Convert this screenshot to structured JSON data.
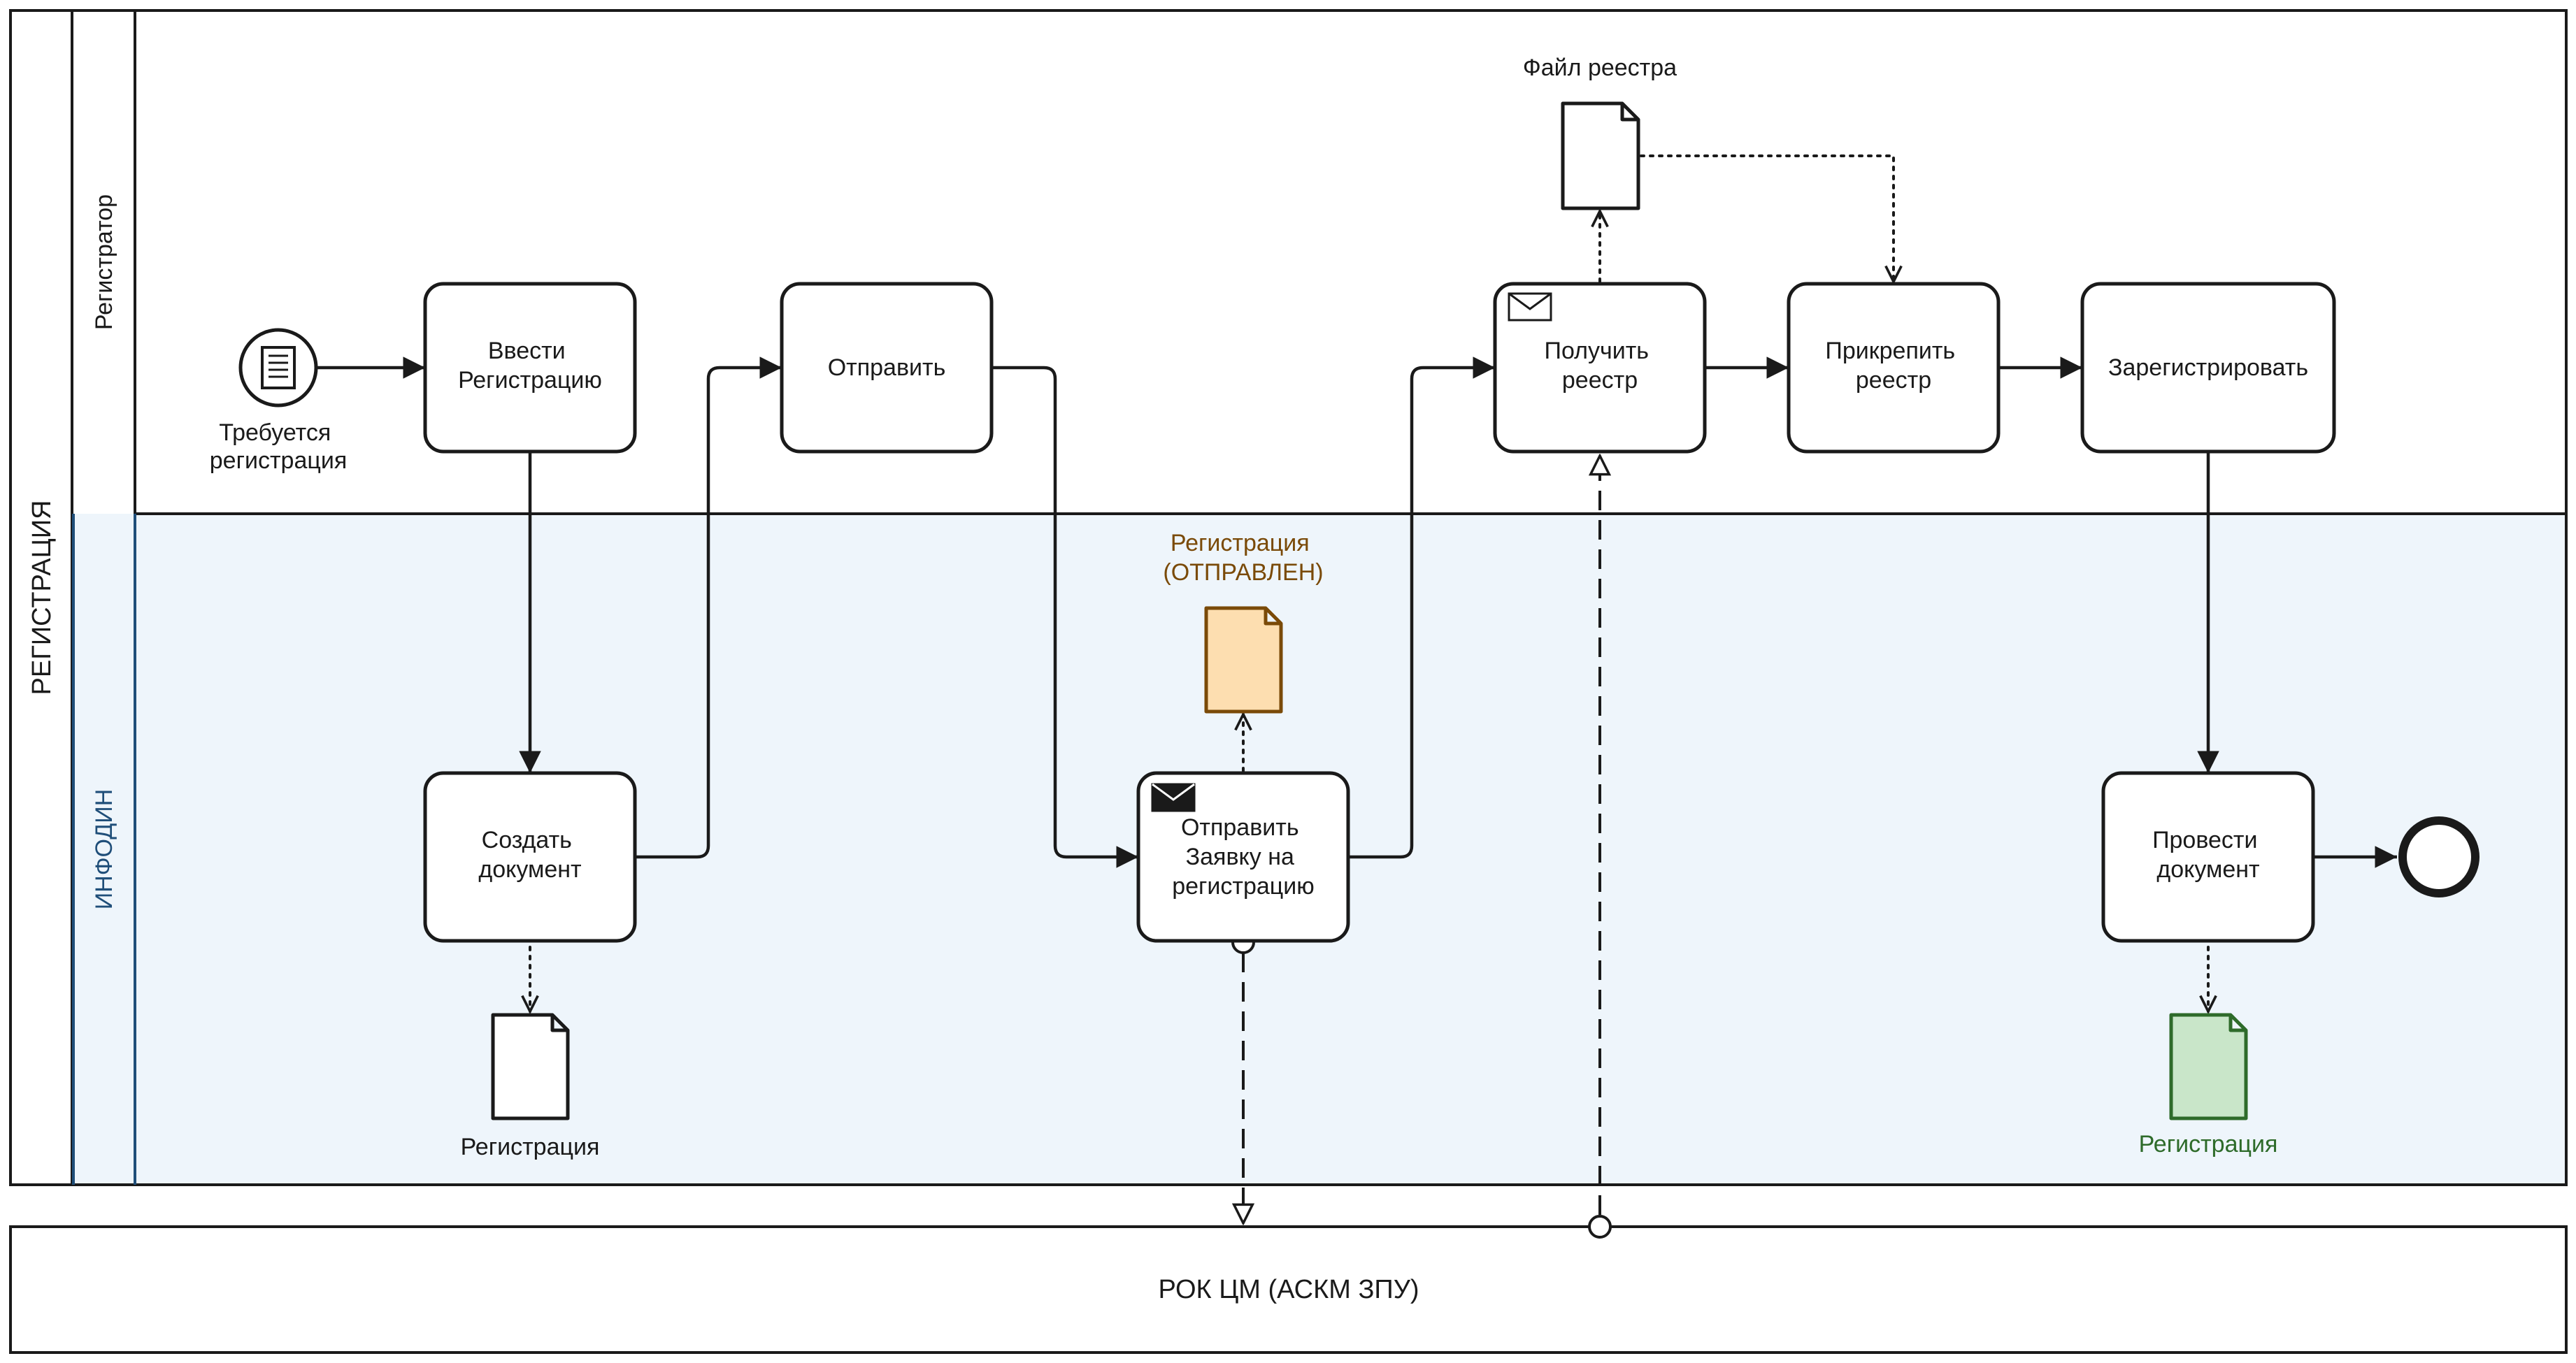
{
  "pool": {
    "title": "РЕГИСТРАЦИЯ"
  },
  "lanes": {
    "registrator": {
      "title": "Регистратор",
      "color": "#1a1a1a",
      "fill": "#ffffff"
    },
    "infodin": {
      "title": "ИНФОДИН",
      "color": "#1f4e79",
      "fill": "#eef5fb",
      "accent": "#1f4e79"
    }
  },
  "external_pool": {
    "title": "РОК ЦМ (АСКМ ЗПУ)"
  },
  "events": {
    "start": {
      "label_lines": [
        "Требуется",
        "регистрация"
      ],
      "icon": "conditional-event-icon"
    },
    "end": {
      "icon": "end-event-icon"
    }
  },
  "tasks": {
    "enter": {
      "lines": [
        "Ввести",
        "Регистрацию"
      ]
    },
    "send": {
      "lines": [
        "Отправить"
      ]
    },
    "receive": {
      "lines": [
        "Получить",
        "реестр"
      ],
      "icon": "envelope-outline-icon"
    },
    "attach": {
      "lines": [
        "Прикрепить",
        "реестр"
      ]
    },
    "register": {
      "lines": [
        "Зарегистрировать"
      ]
    },
    "create": {
      "lines": [
        "Создать",
        "документ"
      ]
    },
    "send_app": {
      "lines": [
        "Отправить",
        "Заявку на",
        "регистрацию"
      ],
      "icon": "envelope-filled-icon"
    },
    "post": {
      "lines": [
        "Провести",
        "документ"
      ]
    }
  },
  "data_objects": {
    "registry_file": {
      "label": "Файл реестра",
      "color": "#1a1a1a",
      "fill": "#ffffff"
    },
    "reg_sent": {
      "label_lines": [
        "Регистрация",
        "(ОТПРАВЛЕН)"
      ],
      "color": "#7a4a08",
      "fill": "#fddeb0"
    },
    "reg_doc": {
      "label": "Регистрация",
      "color": "#1a1a1a",
      "fill": "#ffffff"
    },
    "reg_done": {
      "label": "Регистрация",
      "color": "#2e6b2a",
      "fill": "#c9e6c9"
    }
  }
}
